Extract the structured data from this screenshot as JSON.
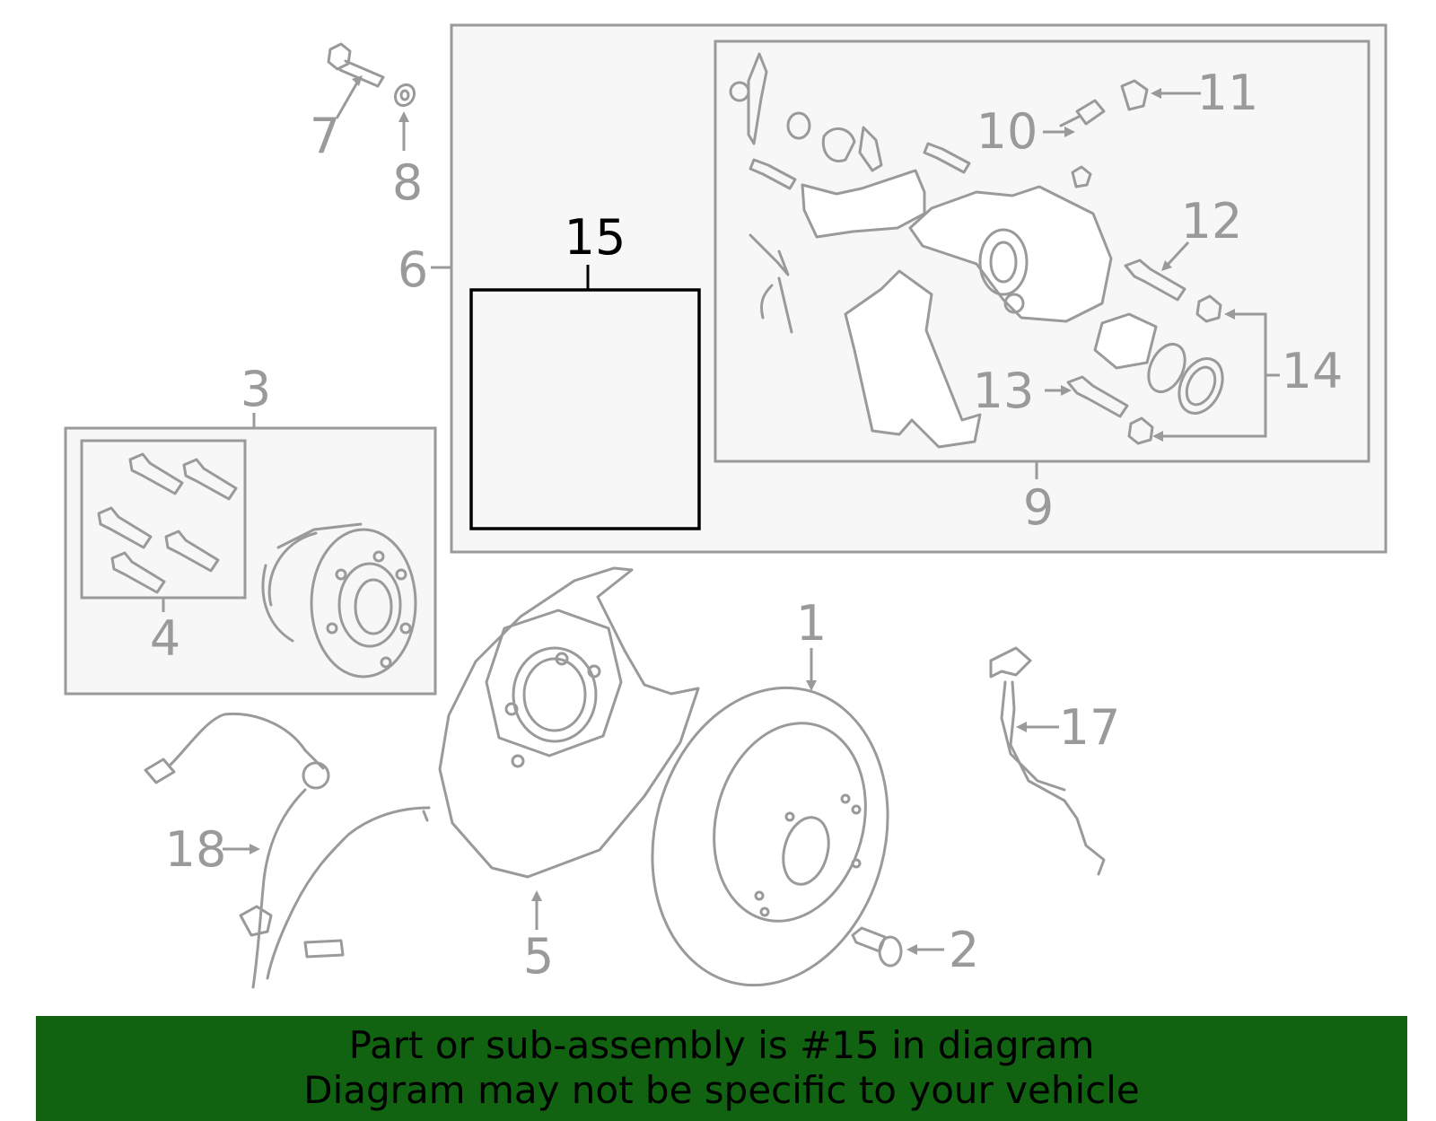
{
  "callouts": {
    "c1": "1",
    "c2": "2",
    "c3": "3",
    "c4": "4",
    "c5": "5",
    "c6": "6",
    "c7": "7",
    "c8": "8",
    "c9": "9",
    "c10": "10",
    "c11": "11",
    "c12": "12",
    "c13": "13",
    "c14": "14",
    "c15": "15",
    "c17": "17",
    "c18": "18"
  },
  "highlighted_part": "15",
  "footer": {
    "line1": "Part or sub-assembly is #15 in diagram",
    "line2": "Diagram may not be specific to your vehicle",
    "background": "#116311"
  },
  "colors": {
    "line_art": "#9a9a9a",
    "highlight": "#000000",
    "panel_fill": "#f7f7f7"
  }
}
